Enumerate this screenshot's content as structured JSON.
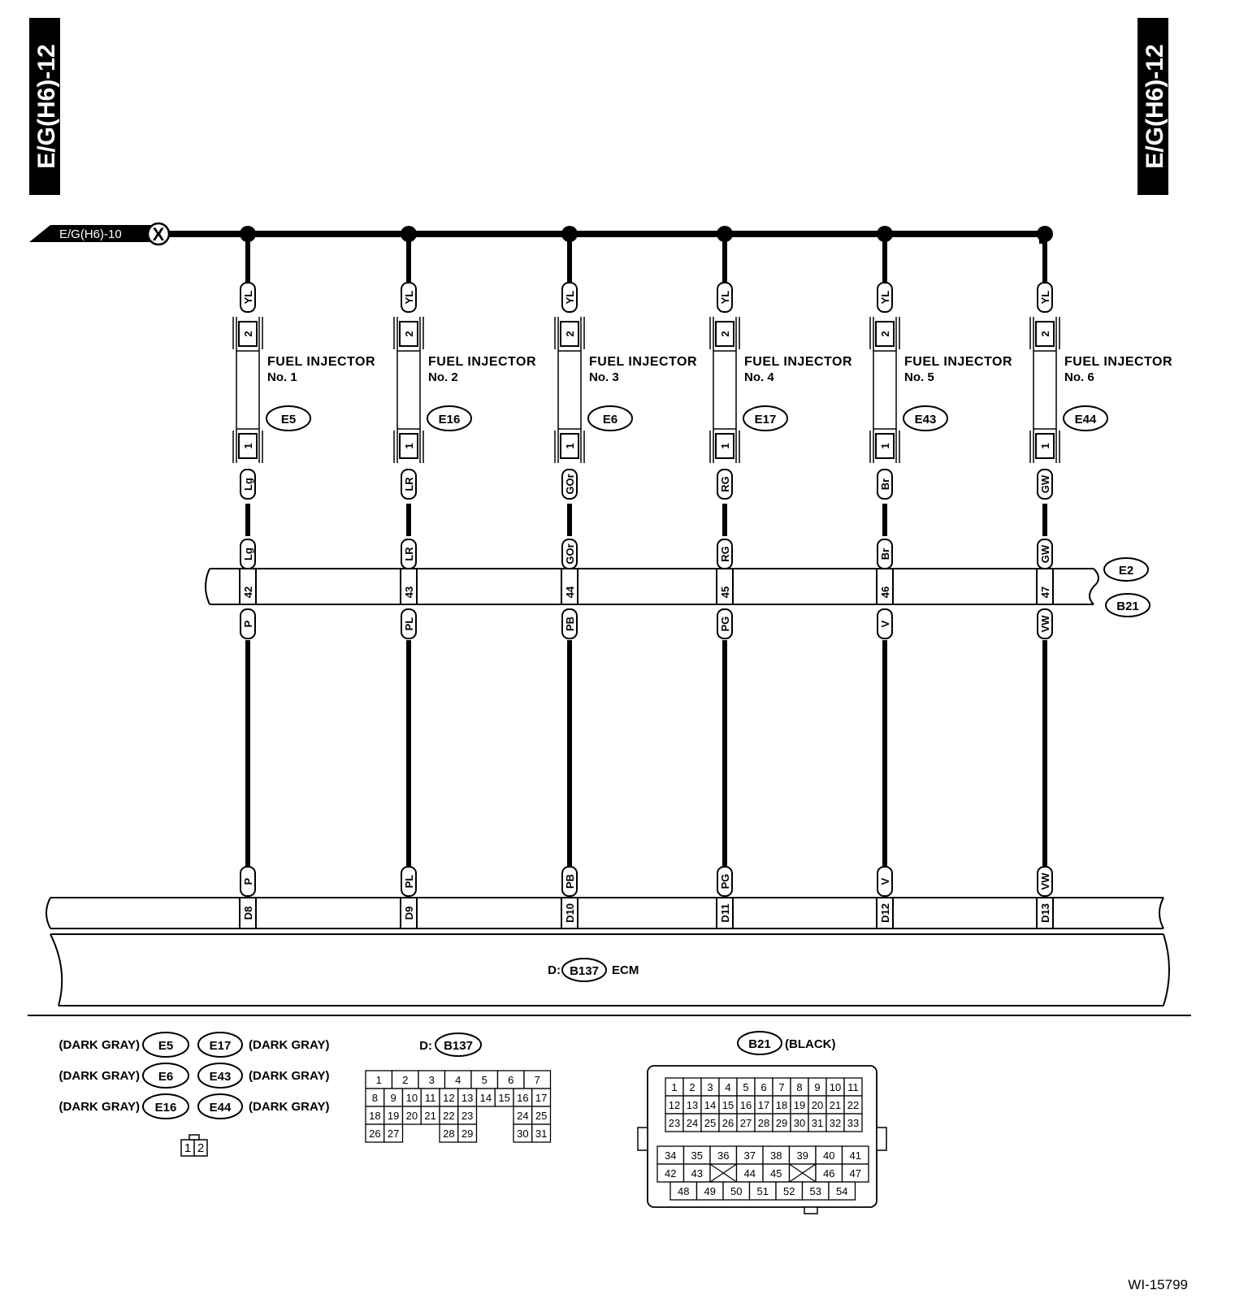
{
  "page_tag": "E/G(H6)-12",
  "source_ref": "E/G(H6)-10",
  "source_symbol": "X",
  "injectors": [
    {
      "name": "FUEL INJECTOR",
      "number": "No. 1",
      "connector": "E5",
      "top_wire": "YL",
      "pin_top": "2",
      "pin_bottom": "1",
      "out_wire": "Lg",
      "joint_pin": "42",
      "ecm_wire": "P",
      "ecm_pin": "D8"
    },
    {
      "name": "FUEL INJECTOR",
      "number": "No. 2",
      "connector": "E16",
      "top_wire": "YL",
      "pin_top": "2",
      "pin_bottom": "1",
      "out_wire": "LR",
      "joint_pin": "43",
      "ecm_wire": "PL",
      "ecm_pin": "D9"
    },
    {
      "name": "FUEL INJECTOR",
      "number": "No. 3",
      "connector": "E6",
      "top_wire": "YL",
      "pin_top": "2",
      "pin_bottom": "1",
      "out_wire": "GOr",
      "joint_pin": "44",
      "ecm_wire": "PB",
      "ecm_pin": "D10"
    },
    {
      "name": "FUEL INJECTOR",
      "number": "No. 4",
      "connector": "E17",
      "top_wire": "YL",
      "pin_top": "2",
      "pin_bottom": "1",
      "out_wire": "RG",
      "joint_pin": "45",
      "ecm_wire": "PG",
      "ecm_pin": "D11"
    },
    {
      "name": "FUEL INJECTOR",
      "number": "No. 5",
      "connector": "E43",
      "top_wire": "YL",
      "pin_top": "2",
      "pin_bottom": "1",
      "out_wire": "Br",
      "joint_pin": "46",
      "ecm_wire": "V",
      "ecm_pin": "D12"
    },
    {
      "name": "FUEL INJECTOR",
      "number": "No. 6",
      "connector": "E44",
      "top_wire": "YL",
      "pin_top": "2",
      "pin_bottom": "1",
      "out_wire": "GW",
      "joint_pin": "47",
      "ecm_wire": "VW",
      "ecm_pin": "D13"
    }
  ],
  "joint_connectors": {
    "upper": "E2",
    "lower": "B21"
  },
  "ecm": {
    "prefix": "D:",
    "connector": "B137",
    "label": "ECM"
  },
  "legend": {
    "injector_connectors": [
      {
        "id": "E5",
        "color": "(DARK GRAY)"
      },
      {
        "id": "E6",
        "color": "(DARK GRAY)"
      },
      {
        "id": "E16",
        "color": "(DARK GRAY)"
      },
      {
        "id": "E17",
        "color": "(DARK GRAY)"
      },
      {
        "id": "E43",
        "color": "(DARK GRAY)"
      },
      {
        "id": "E44",
        "color": "(DARK GRAY)"
      }
    ],
    "injector_pinout": [
      "1",
      "2"
    ],
    "ecm_connector": {
      "prefix": "D:",
      "id": "B137",
      "rows": [
        [
          "1",
          "2",
          "3",
          "4",
          "5",
          "6",
          "7"
        ],
        [
          "8",
          "9",
          "10",
          "11",
          "12",
          "13",
          "14",
          "15",
          "16",
          "17"
        ],
        [
          "18",
          "19",
          "20",
          "21",
          "22",
          "23",
          "24",
          "25"
        ],
        [
          "26",
          "27",
          "28",
          "29",
          "30",
          "31"
        ]
      ]
    },
    "joint_connector": {
      "id": "B21",
      "color": "(BLACK)",
      "rows": [
        [
          "1",
          "2",
          "3",
          "4",
          "5",
          "6",
          "7",
          "8",
          "9",
          "10",
          "11"
        ],
        [
          "12",
          "13",
          "14",
          "15",
          "16",
          "17",
          "18",
          "19",
          "20",
          "21",
          "22"
        ],
        [
          "23",
          "24",
          "25",
          "26",
          "27",
          "28",
          "29",
          "30",
          "31",
          "32",
          "33"
        ],
        [
          "34",
          "35",
          "36",
          "37",
          "38",
          "39",
          "40",
          "41"
        ],
        [
          "42",
          "43",
          "",
          "44",
          "45",
          "",
          "46",
          "47"
        ],
        [
          "48",
          "49",
          "50",
          "51",
          "52",
          "53",
          "54"
        ]
      ]
    }
  },
  "figure_id": "WI-15799"
}
